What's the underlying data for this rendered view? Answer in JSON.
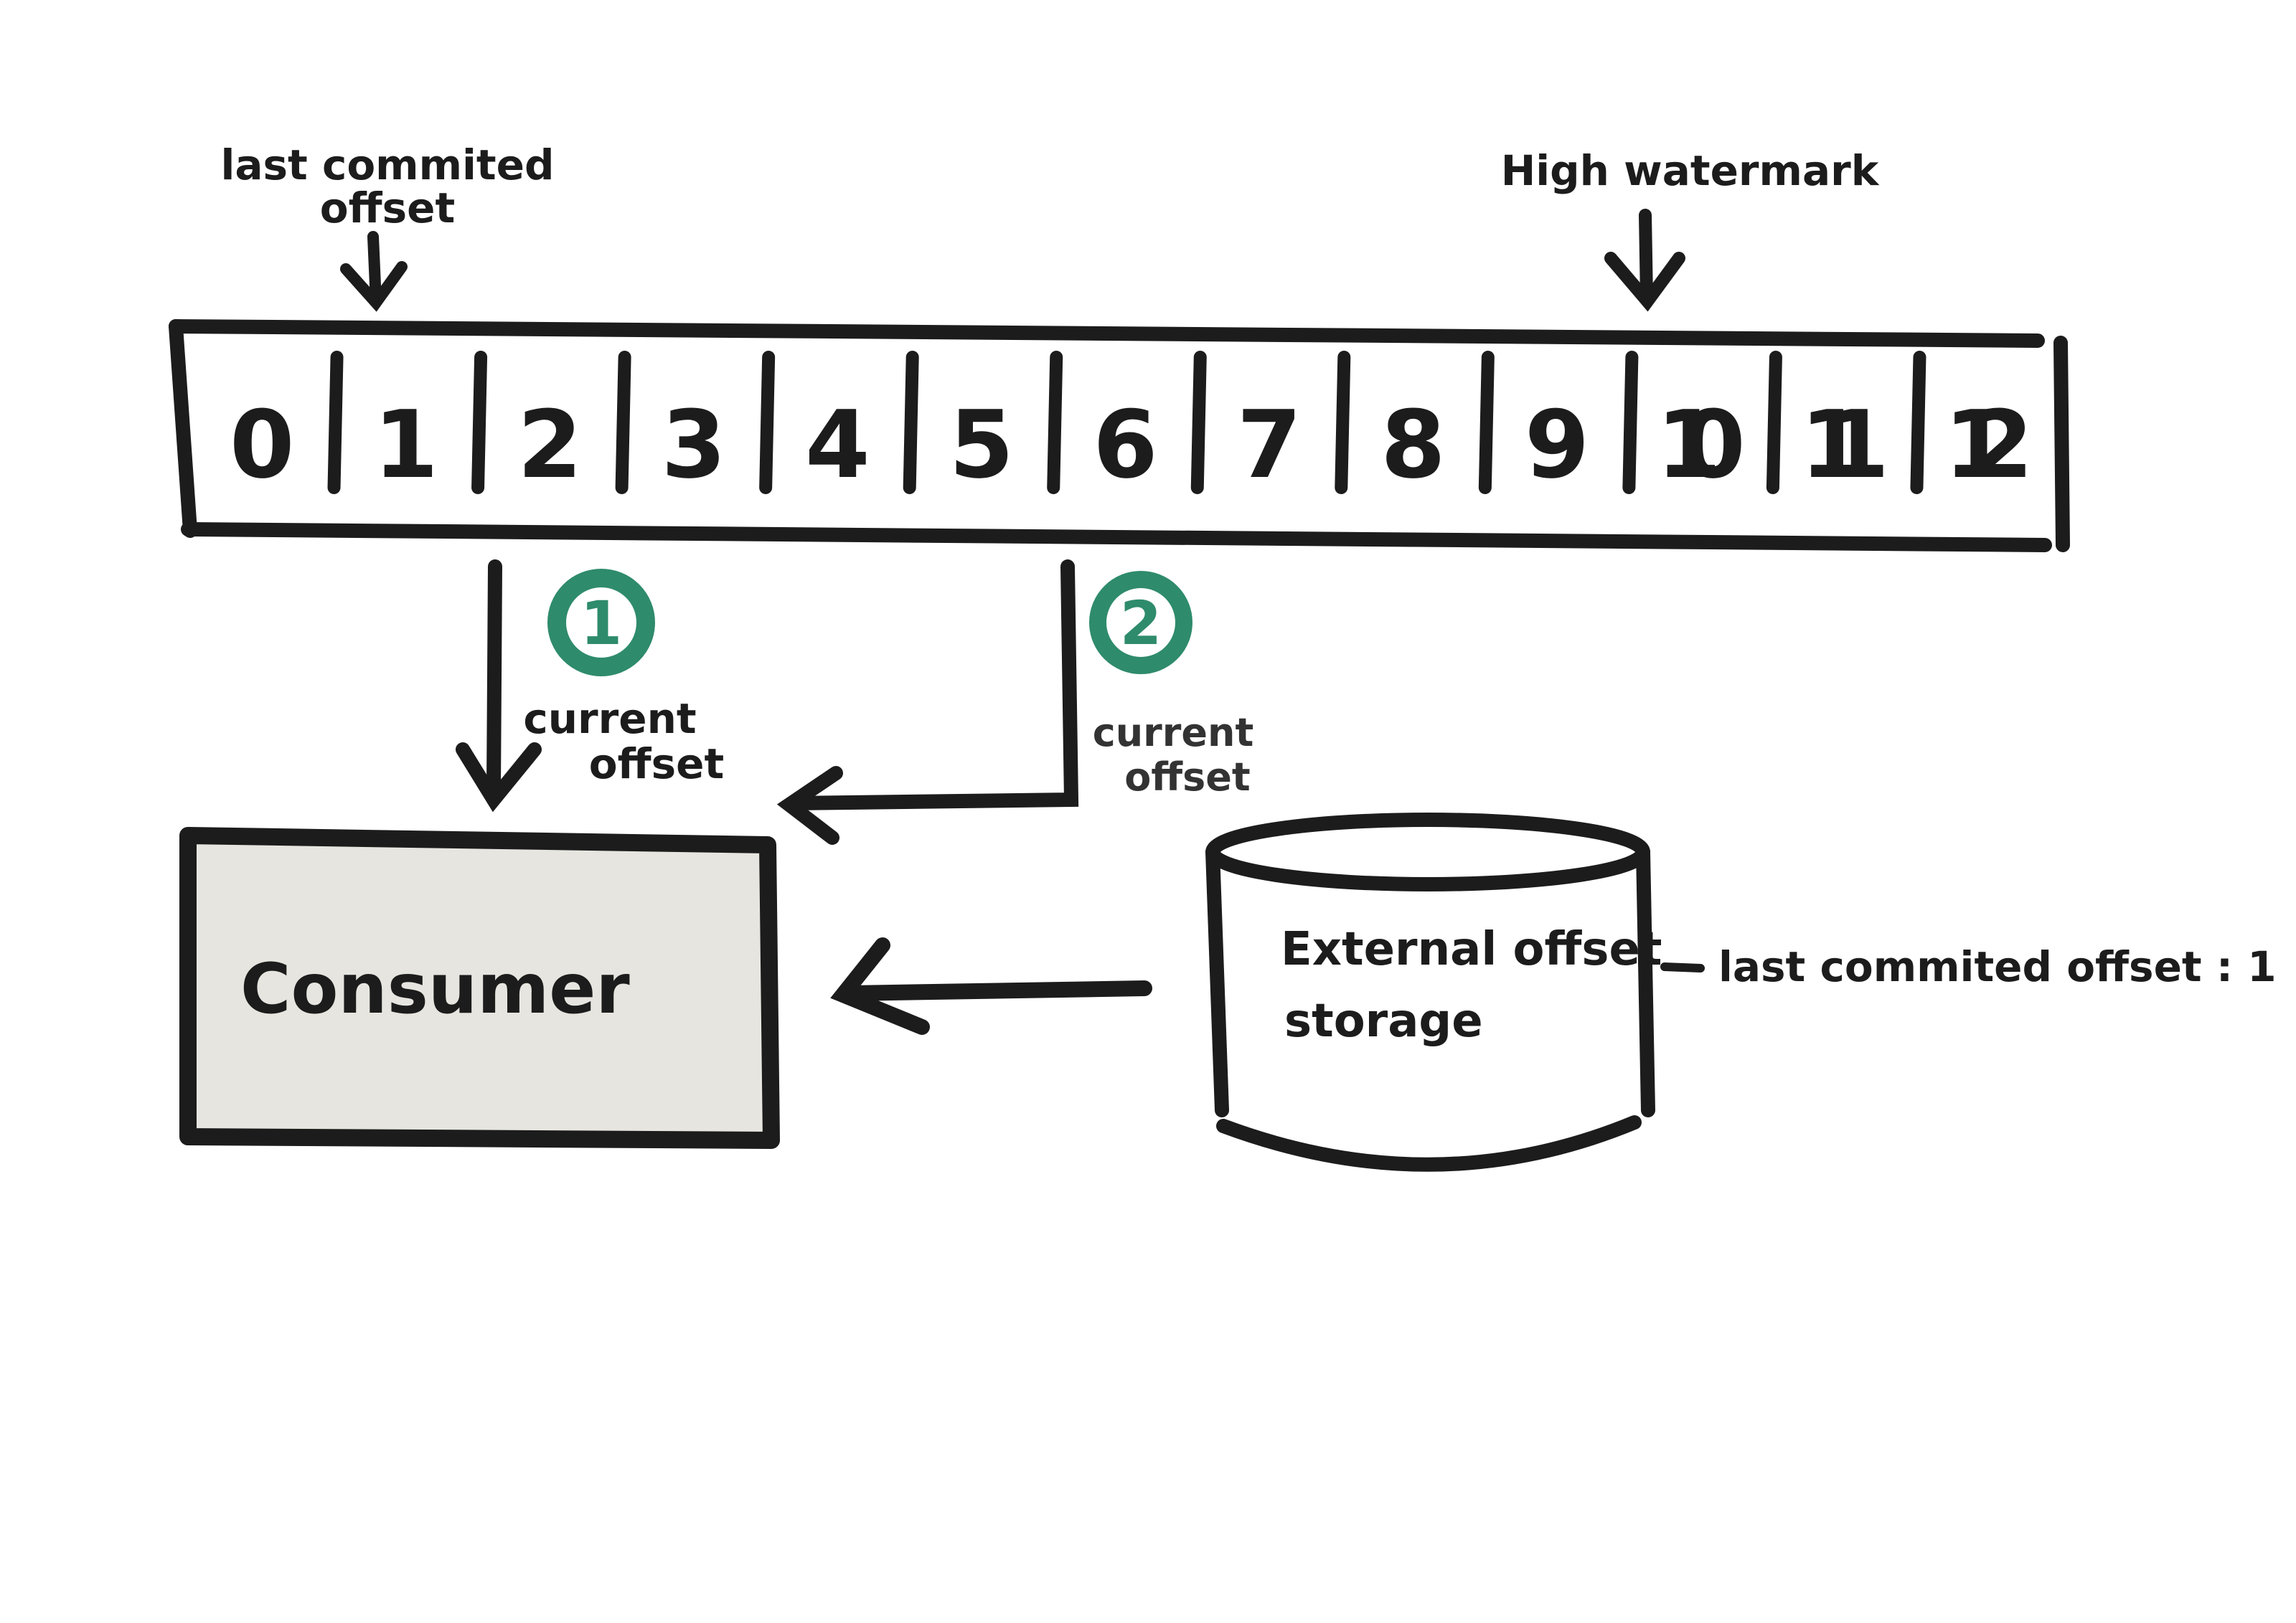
{
  "labels": {
    "last_committed_top": [
      "last commited",
      "offset"
    ],
    "high_watermark": "High watermark",
    "current_offset_1": [
      "current",
      "offset"
    ],
    "current_offset_2": [
      "current",
      "offset"
    ],
    "consumer": "Consumer",
    "external_storage": [
      "External offset",
      "storage"
    ],
    "last_committed_side": "last commited offset : 1"
  },
  "log_offsets": [
    "0",
    "1",
    "2",
    "3",
    "4",
    "5",
    "6",
    "7",
    "8",
    "9",
    "10",
    "11",
    "12"
  ],
  "steps": [
    "1",
    "2"
  ],
  "colors": {
    "ink": "#1c1c1c",
    "step_green": "#2e8b6b",
    "consumer_fill": "#e6e5df"
  }
}
